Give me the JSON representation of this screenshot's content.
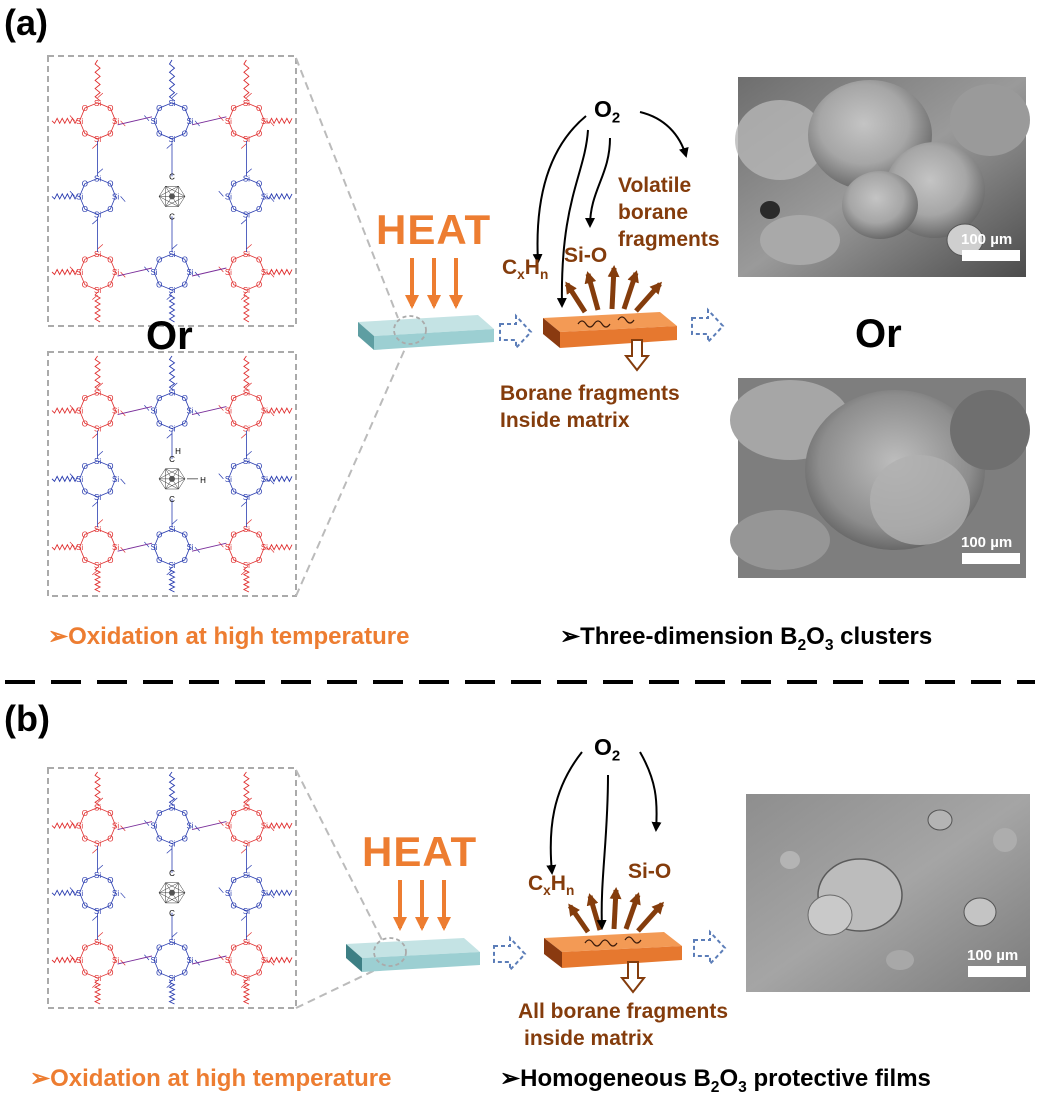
{
  "colors": {
    "orange": "#ED7D31",
    "brown": "#843C0C",
    "red_siloxane": "#E03030",
    "blue_siloxane": "#2A3DB0",
    "purple_link": "#7A2F9A",
    "block_cyan": "#9CCFD2",
    "block_orange": "#E6782F",
    "arrow_blue": "#5B7DB8"
  },
  "panel_a": {
    "label": "(a)",
    "heat": "HEAT",
    "or_left": "Or",
    "or_right": "Or",
    "o2": "O",
    "o2_sub": "2",
    "cxhn_c": "C",
    "cxhn_x": "x",
    "cxhn_h": "H",
    "cxhn_n": "n",
    "sio": "Si-O",
    "volatile_1": "Volatile",
    "volatile_2": "borane",
    "volatile_3": "fragments",
    "inside_1": "Borane fragments",
    "inside_2": "Inside matrix",
    "scale_bar_1": "100 µm",
    "scale_bar_2": "100 µm",
    "bullet_left": "Oxidation at high temperature",
    "bullet_right_1": "Three-dimension B",
    "bullet_right_sub1": "2",
    "bullet_right_2": "O",
    "bullet_right_sub2": "3",
    "bullet_right_3": " clusters"
  },
  "panel_b": {
    "label": "(b)",
    "heat": "HEAT",
    "o2": "O",
    "o2_sub": "2",
    "cxhn_c": "C",
    "cxhn_x": "x",
    "cxhn_h": "H",
    "cxhn_n": "n",
    "sio": "Si-O",
    "inside_1": "All borane fragments",
    "inside_2": "inside matrix",
    "scale_bar": "100 µm",
    "bullet_left": "Oxidation at high temperature",
    "bullet_right_1": "Homogeneous B",
    "bullet_right_sub1": "2",
    "bullet_right_2": "O",
    "bullet_right_sub2": "3",
    "bullet_right_3": " protective films"
  },
  "structure": {
    "atom_si": "Si",
    "atom_o": "O",
    "atom_c": "C",
    "atom_h": "H"
  }
}
